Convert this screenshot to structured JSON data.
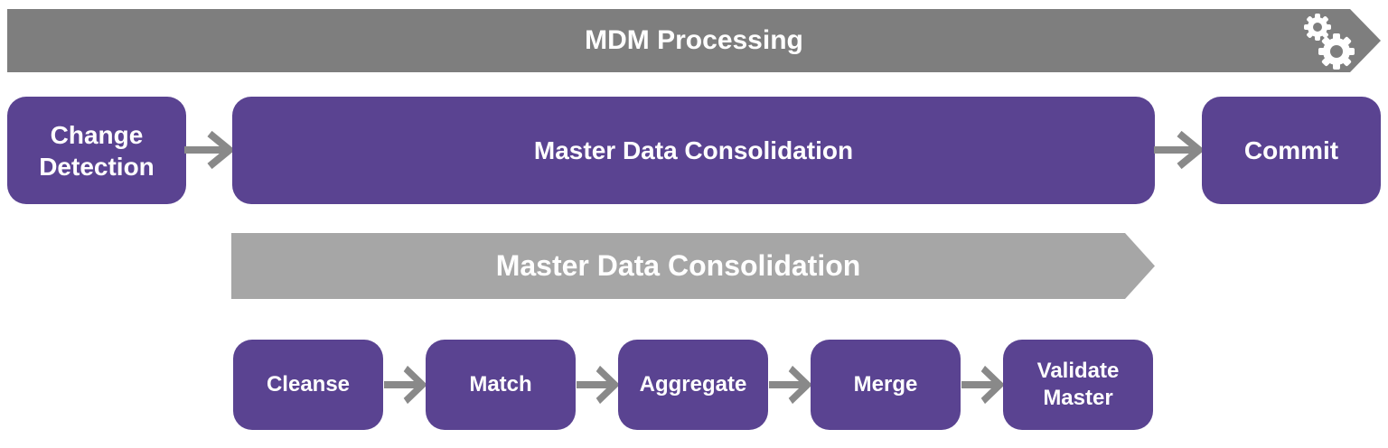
{
  "header": {
    "title": "MDM Processing",
    "icon": "gears-icon"
  },
  "top_flow": {
    "steps": [
      {
        "label": "Change Detection"
      },
      {
        "label": "Master Data Consolidation"
      },
      {
        "label": "Commit"
      }
    ]
  },
  "sub_banner": {
    "title": "Master Data Consolidation"
  },
  "sub_flow": {
    "steps": [
      {
        "label": "Cleanse"
      },
      {
        "label": "Match"
      },
      {
        "label": "Aggregate"
      },
      {
        "label": "Merge"
      },
      {
        "label": "Validate Master"
      }
    ]
  },
  "colors": {
    "purple": "#5A4391",
    "dark_gray": "#7E7E7E",
    "light_gray": "#A6A6A6",
    "arrow_gray": "#898989",
    "text_white": "#FFFFFF"
  }
}
